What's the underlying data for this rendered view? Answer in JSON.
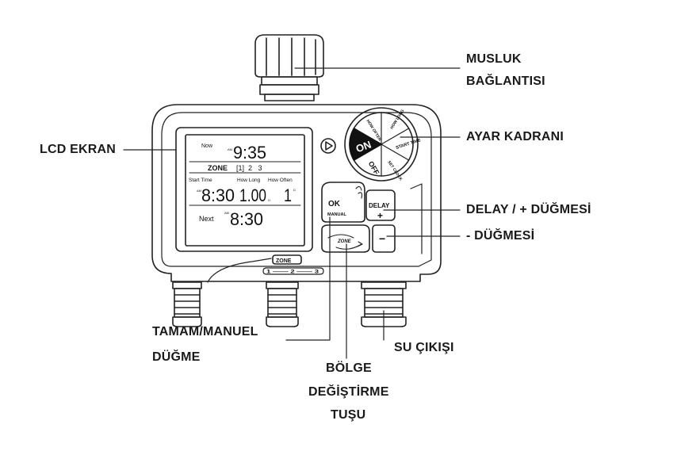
{
  "callouts": {
    "faucet_line1": "MUSLUK",
    "faucet_line2": "BAĞLANTISI",
    "lcd": "LCD EKRAN",
    "dial": "AYAR KADRANI",
    "delay_plus": "DELAY / + DÜĞMESİ",
    "minus": "- DÜĞMESİ",
    "ok_line1": "TAMAM/MANUEL",
    "ok_line2": "DÜĞME",
    "zone_line1": "BÖLGE",
    "zone_line2": "DEĞİŞTİRME",
    "zone_line3": "TUŞU",
    "outlet": "SU ÇIKIŞI"
  },
  "lcd": {
    "now_label": "Now",
    "am1": "AM",
    "now_time": "9:35",
    "zone_label": "ZONE",
    "zone_values": "[1]  2   3",
    "start_time_label": "Start Time",
    "how_long_label": "How Long",
    "how_often_label": "How Often",
    "am2": "AM",
    "start_time": "8:30",
    "how_long": "1.00",
    "how_long_unit": "H",
    "how_often": "1",
    "how_often_unit": "D",
    "next_label": "Next",
    "am3": "AM",
    "next_time": "8:30"
  },
  "dial": {
    "on": "ON",
    "off": "OFF",
    "how_often": "HOW OFTEN",
    "how_long": "HOW LONG",
    "start_time": "START TIME",
    "set_clock": "SET CLOCK"
  },
  "buttons": {
    "ok": "OK",
    "manual": "MANUAL",
    "delay": "DELAY",
    "plus": "+",
    "minus": "−",
    "zone": "ZONE"
  },
  "selector": {
    "label": "ZONE",
    "positions": "1 —— 2 —— 3"
  }
}
